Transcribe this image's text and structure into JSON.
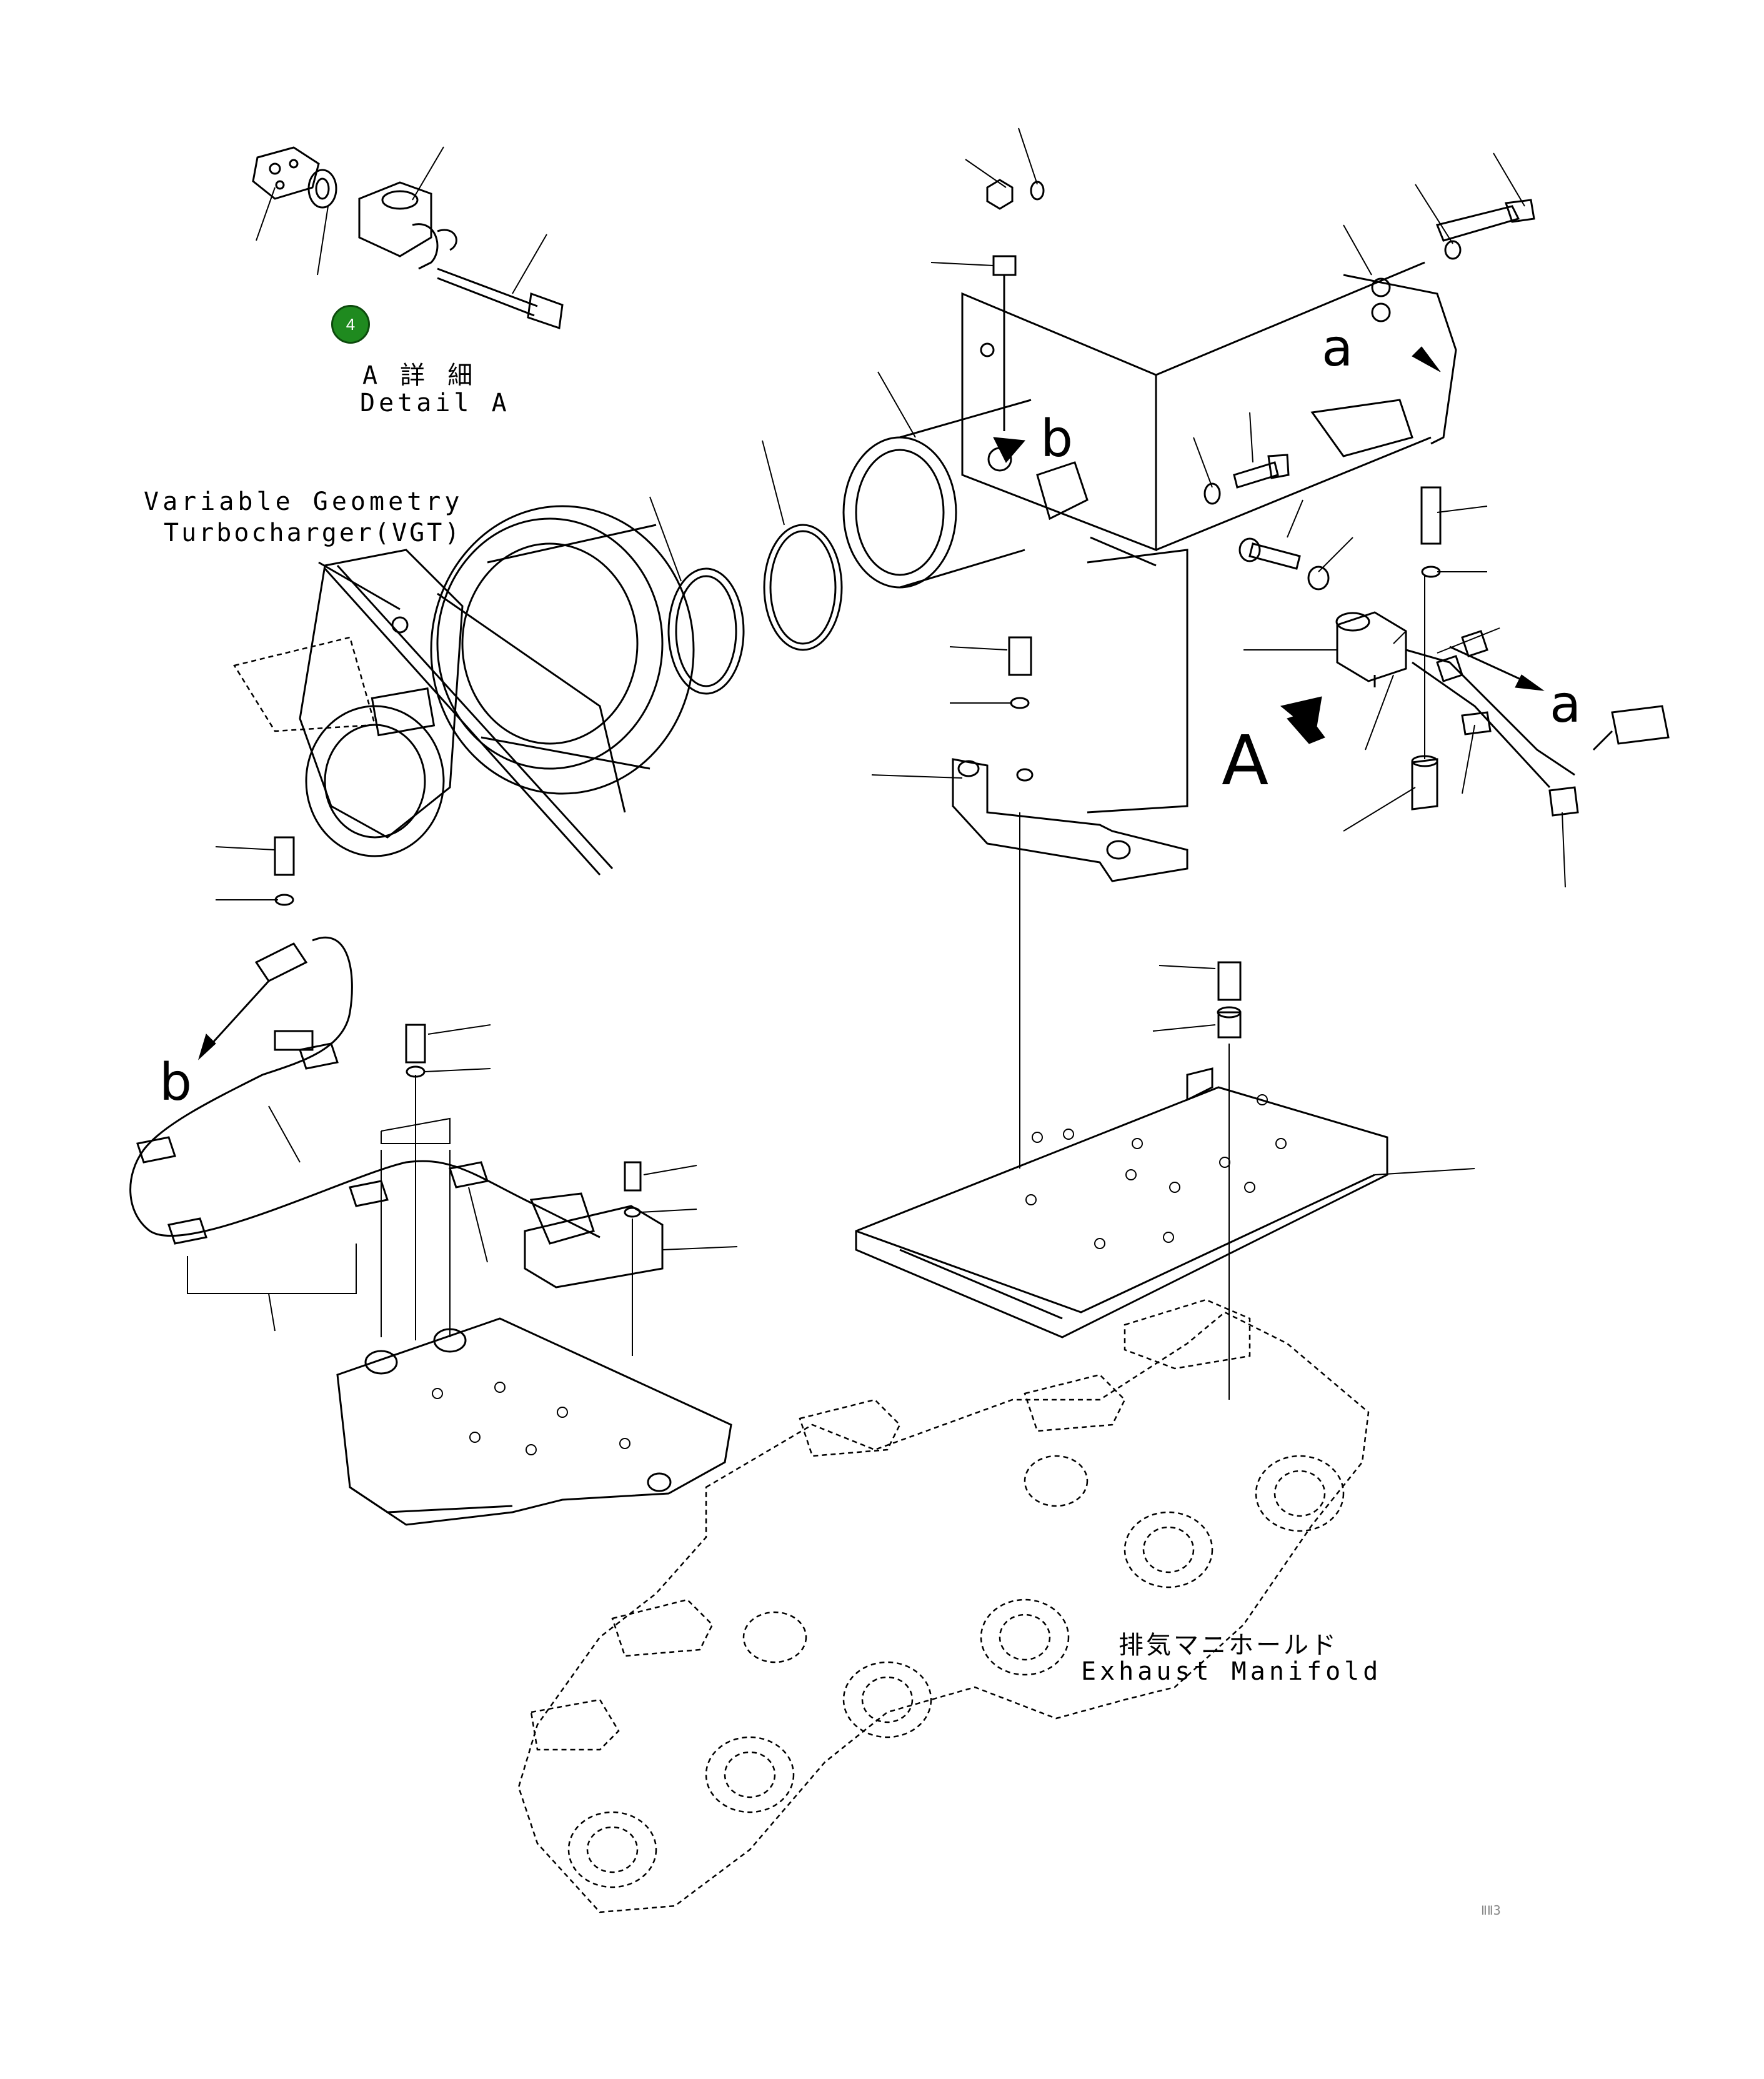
{
  "callout": {
    "number": "4",
    "color": "#1f8a1f"
  },
  "detail_a": {
    "jp": "A 詳 細",
    "en": "Detail A"
  },
  "vgt": {
    "line1": "Variable Geometry",
    "line2": "Turbocharger(VGT)"
  },
  "exhaust": {
    "jp": "排気マニホールド",
    "en": "Exhaust Manifold"
  },
  "view_letters": {
    "a_upper": "a",
    "b_upper": "b",
    "a_right": "a",
    "view_A": "A",
    "b_left": "b"
  },
  "corner_mark": "ⅡⅡ3"
}
